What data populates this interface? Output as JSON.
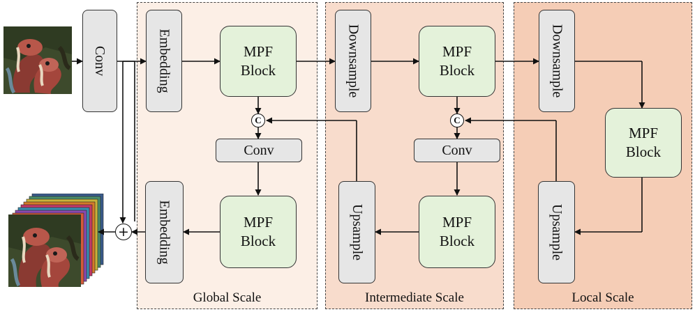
{
  "regions": {
    "global": "Global Scale",
    "intermediate": "Intermediate Scale",
    "local": "Local Scale"
  },
  "blocks": {
    "conv_input": "Conv",
    "embedding_in": "Embedding",
    "embedding_out": "Embedding",
    "mpf_line1": "MPF",
    "mpf_line2": "Block",
    "conv": "Conv",
    "downsample": "Downsample",
    "upsample": "Upsample"
  },
  "ops": {
    "concat": "C",
    "add": "+"
  },
  "colors": {
    "global_bg": "#fcefe6",
    "intermediate_bg": "#f8dccc",
    "local_bg": "#f5cdb6",
    "mpf_fill": "#e4f2da",
    "gray_fill": "#e6e6e6"
  }
}
